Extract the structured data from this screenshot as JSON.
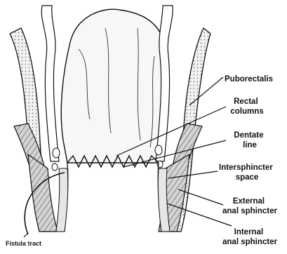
{
  "labels": {
    "puborectalis": "Puborectalis",
    "rectal_columns": [
      "Rectal",
      "columns"
    ],
    "dentate_line": [
      "Dentate",
      "line"
    ],
    "intersphincter_space": [
      "Intersphincter",
      "space"
    ],
    "external_anal_sphincter": [
      "External",
      "anal sphincter"
    ],
    "internal_anal_sphincter": [
      "Internal",
      "anal sphincter"
    ],
    "fistula_tract": "Fistula tract"
  },
  "colors": {
    "ink": "#111111",
    "muscle": "#bdbdbd",
    "muscle_dark": "#8c8c8c",
    "background": "#ffffff"
  }
}
